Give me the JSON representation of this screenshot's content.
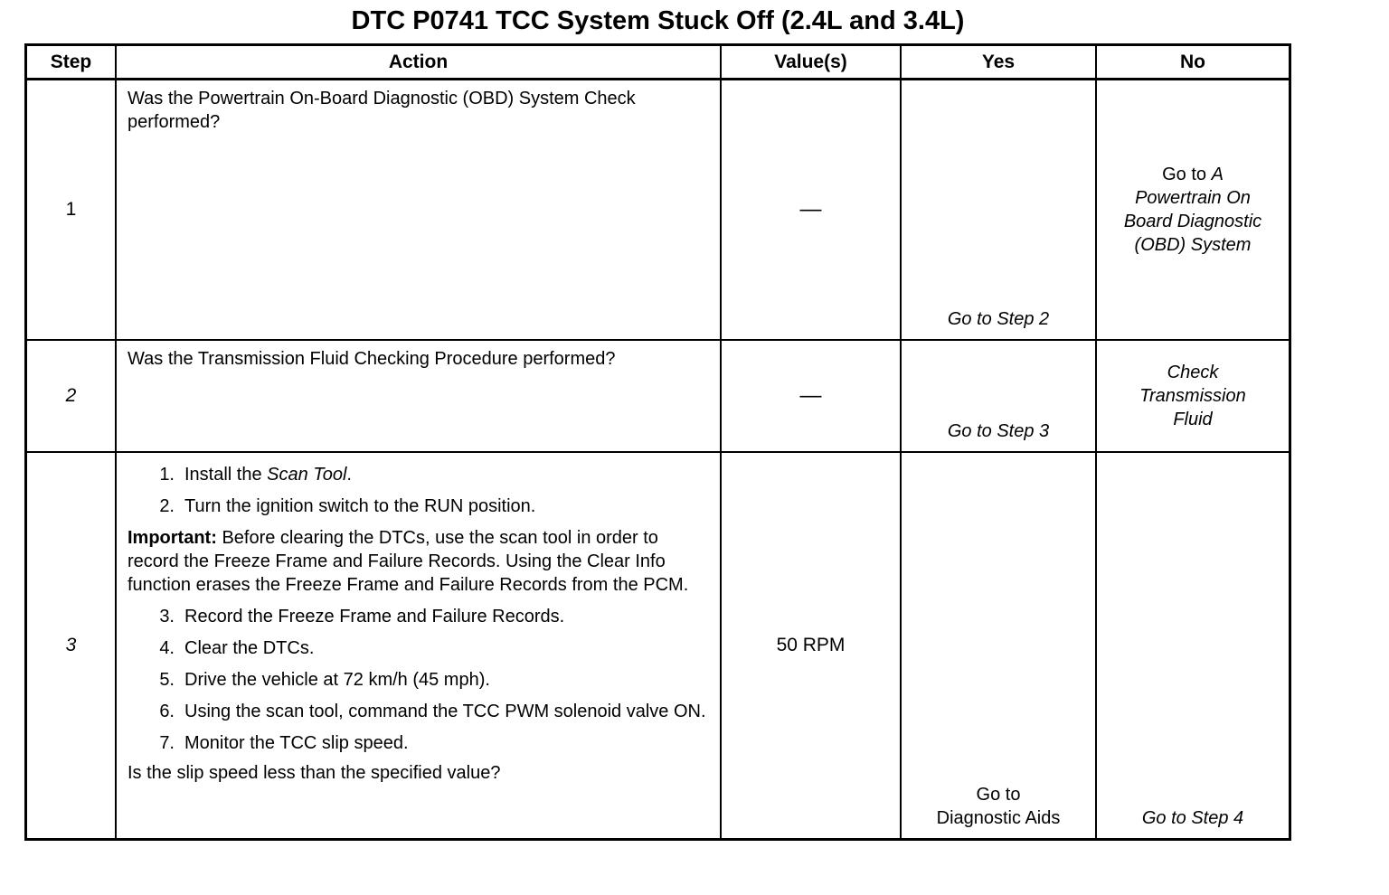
{
  "page_title": "DTC P0741 TCC System Stuck Off (2.4L and 3.4L)",
  "colors": {
    "ink": "#000000",
    "paper": "#ffffff"
  },
  "table": {
    "headers": {
      "step": "Step",
      "action": "Action",
      "values": "Value(s)",
      "yes": "Yes",
      "no": "No"
    },
    "rows": [
      {
        "step": "1",
        "action": "Was the Powertrain On-Board Diagnostic (OBD) System Check performed?",
        "value": "—",
        "yes": "Go to Step 2",
        "no": {
          "prefix": "Go to ",
          "line1_italic": "A",
          "line2": "Powertrain On",
          "line3": "Board Diagnostic",
          "line4": "(OBD) System"
        }
      },
      {
        "step": "2",
        "action": "Was the Transmission Fluid Checking Procedure performed?",
        "value": "—",
        "yes": "Go to Step 3",
        "no": {
          "line1": "Check",
          "line2": "Transmission",
          "line3": "Fluid"
        }
      },
      {
        "step": "3",
        "action": {
          "item1": {
            "num": "1.",
            "pre": "Install the ",
            "italic": "Scan Tool",
            "post": "."
          },
          "item2": {
            "num": "2.",
            "text": "Turn the ignition switch to the RUN position."
          },
          "important": {
            "label": "Important:",
            "text": " Before clearing the DTCs, use the scan tool in order to record the Freeze Frame and Failure Records. Using the Clear Info function erases the Freeze Frame and Failure Records from the PCM."
          },
          "item3": {
            "num": "3.",
            "text": "Record the Freeze Frame and Failure Records."
          },
          "item4": {
            "num": "4.",
            "text": "Clear the DTCs."
          },
          "item5": {
            "num": "5.",
            "text": "Drive the vehicle at 72 km/h (45 mph)."
          },
          "item6": {
            "num": "6.",
            "text": "Using the scan tool, command the TCC PWM solenoid valve ON."
          },
          "item7": {
            "num": "7.",
            "text": "Monitor the TCC slip speed."
          },
          "question": "Is the slip speed less than the specified value?"
        },
        "value": "50 RPM",
        "yes": {
          "line1": "Go to",
          "line2": "Diagnostic Aids"
        },
        "no": "Go to Step 4"
      }
    ]
  }
}
